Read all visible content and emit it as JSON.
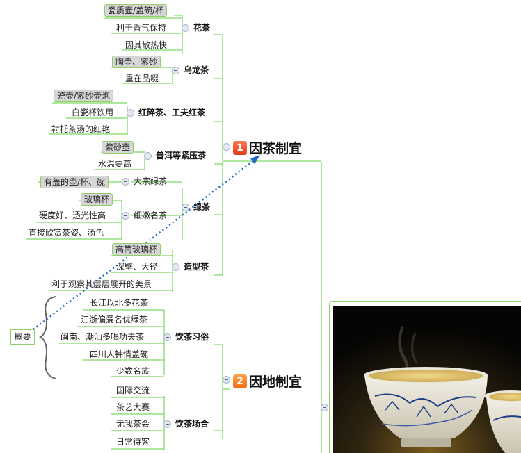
{
  "main_topics": [
    {
      "num": "1",
      "label": "因茶制宜"
    },
    {
      "num": "2",
      "label": "因地制宜"
    }
  ],
  "summary_label": "概要",
  "branch1": {
    "huacha": {
      "label": "花茶",
      "items": [
        "瓷质壶/盖碗/杯",
        "利于香气保持",
        "因其散热快"
      ]
    },
    "wulong": {
      "label": "乌龙茶",
      "items": [
        "陶壶、紫砂",
        "重在品啜"
      ]
    },
    "hongcha": {
      "label": "红碎茶、工夫红茶",
      "items": [
        "瓷壶/紫砂壶泡",
        "白瓷杯饮用",
        "衬托茶汤的红艳"
      ]
    },
    "puer": {
      "label": "普洱等紧压茶",
      "items": [
        "紫砂壶",
        "水温要高"
      ]
    },
    "lvcha": {
      "label": "绿茶",
      "dazong": {
        "label": "大宗绿茶",
        "items": [
          "有盖的壶/杯、碗"
        ]
      },
      "xinen": {
        "label": "细嫩名茶",
        "items": [
          "玻璃杯",
          "硬度好、透光性高",
          "直接欣赏茶姿、汤色"
        ]
      }
    },
    "zaoxing": {
      "label": "造型茶",
      "items": [
        "高筒玻璃杯",
        "深壁、大径",
        "利于观察其层层展开的美景"
      ]
    }
  },
  "branch2": {
    "xisu": {
      "label": "饮茶习俗",
      "items": [
        "长江以北多花茶",
        "江浙偏爱名优绿茶",
        "闽南、潮汕多喝功夫茶",
        "四川人钟情盖碗",
        "少数名族"
      ]
    },
    "changhe": {
      "label": "饮茶场合",
      "items": [
        "国际交流",
        "茶艺大赛",
        "无我茶会",
        "日常待客"
      ]
    }
  },
  "image": {
    "subject": "tea-cups-photo"
  },
  "colors": {
    "line": "#5bd23c",
    "arrow": "#1f67c9",
    "badge1": "#e23a1a",
    "badge2": "#ee6a10"
  }
}
